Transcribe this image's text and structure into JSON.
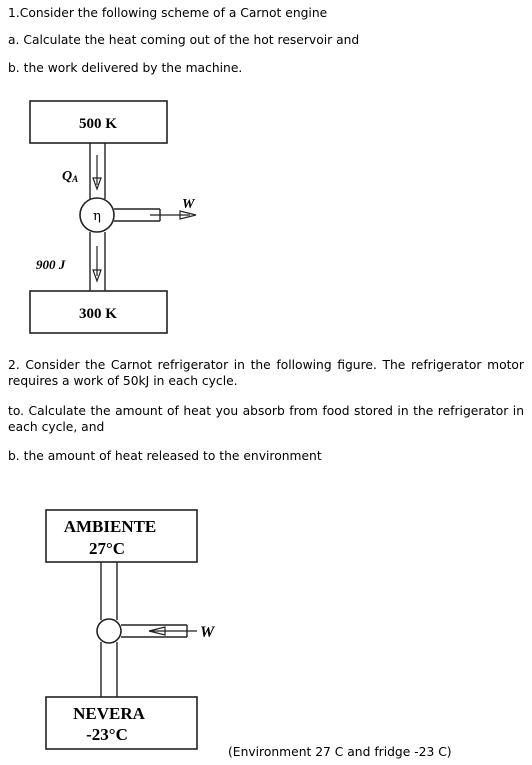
{
  "problem1": {
    "title": "1.Consider the following scheme of a Carnot engine",
    "part_a": "a. Calculate the heat coming out of the hot reservoir and",
    "part_b": "b. the work delivered by the machine."
  },
  "engine_figure": {
    "hot_reservoir": "500 K",
    "cold_reservoir": "300 K",
    "heat_in_label": "QA",
    "efficiency_symbol": "η",
    "work_label": "W",
    "heat_out_label": "900 J"
  },
  "problem2": {
    "title": "2. Consider the Carnot refrigerator in the following figure. The refrigerator motor requires a work of 50kJ in each cycle.",
    "part_to": "to. Calculate the amount of heat you absorb from food stored in the refrigerator in each cycle, and",
    "part_b": "b. the amount of heat released to the environment"
  },
  "fridge_figure": {
    "top_line1": "AMBIENTE",
    "top_line2": "27°C",
    "bottom_line1": "NEVERA",
    "bottom_line2": "-23°C",
    "work_label": "W"
  },
  "note": "(Environment 27 C and fridge -23 C)"
}
